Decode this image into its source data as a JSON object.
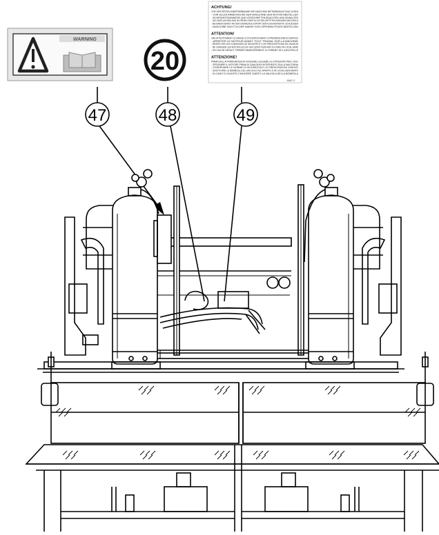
{
  "callouts": [
    {
      "number": "47"
    },
    {
      "number": "48"
    },
    {
      "number": "49"
    }
  ],
  "warning_label": {
    "header_text": "WARNING"
  },
  "speed_badge": {
    "number": "20"
  },
  "notice_label": {
    "sections": [
      {
        "heading": "ACHTUNG!",
        "lines": [
          "VOR DER ERSTEN INBETRIEBNAHME DER MASCHINE BETRIEBSANLEITUNG LESEN",
          "- VOR ALLEN ARBEITEN AN DER MASCHINE DEN MOTOR ABSTELLEN",
          "- SICHERHEITSHINWEISE UND VORSCHRIFTEN BEACHTEN UND EINHALTEN",
          "- DIE GASFLASCHEN NUR IM FREIEN ODER IN GUT BELUEFTETEN RAEUMEN WECHSELN",
          "- BEI EINEM DEFEKT AN DER GASANLAGE SOFORT DEN FLASCHENVENTIL SCHLIESSEN",
          "- MASCHINE NICHT IN DER NAEHE VON OFFENEM FEUER ABSTELLEN"
        ]
      },
      {
        "heading": "ATTENTION!",
        "lines": [
          "LIRE ATTENTIVEMENT LE MANUEL D'UTILISATION AVANT LA PREMIERE MISE EN SERVICE",
          "- ARRETER LE MOTEUR AVANT TOUT TRAVAIL SUR LA MACHINE",
          "- RESPECTER LES CONSIGNES DE SECURITE ET LES PRESCRIPTIONS EN VIGUEUR",
          "- NE CHANGER LES BOUTEILLES DE GAZ QU'EN PLEIN AIR OU DANS UN LOCAL AERE",
          "- EN CAS DE DEFAUT, FERMER IMMEDIATEMENT LE ROBINET DE LA BOUTEILLE"
        ]
      },
      {
        "heading": "ATTENZIONE!",
        "lines": [
          "PRIMA DELLA PRIMA MESSA IN FUNZIONE LEGGERE LE ISTRUZIONI PER L'USO",
          "- SPEGNERE IL MOTORE PRIMA DI QUALSIASI INTERVENTO SULLA MACCHINA",
          "- OSSERVARE LE NORME DI SICUREZZA E LE PRESCRIZIONI VIGENTI",
          "- SOSTITUIRE LE BOMBOLE DEL GAS SOLO ALL'APERTO O IN LOCALI BEN AERATI",
          "- IN CASO DI GUASTO CHIUDERE SUBITO LA VALVOLA DELLA BOMBOLA"
        ]
      }
    ],
    "code": "MAS 3"
  }
}
